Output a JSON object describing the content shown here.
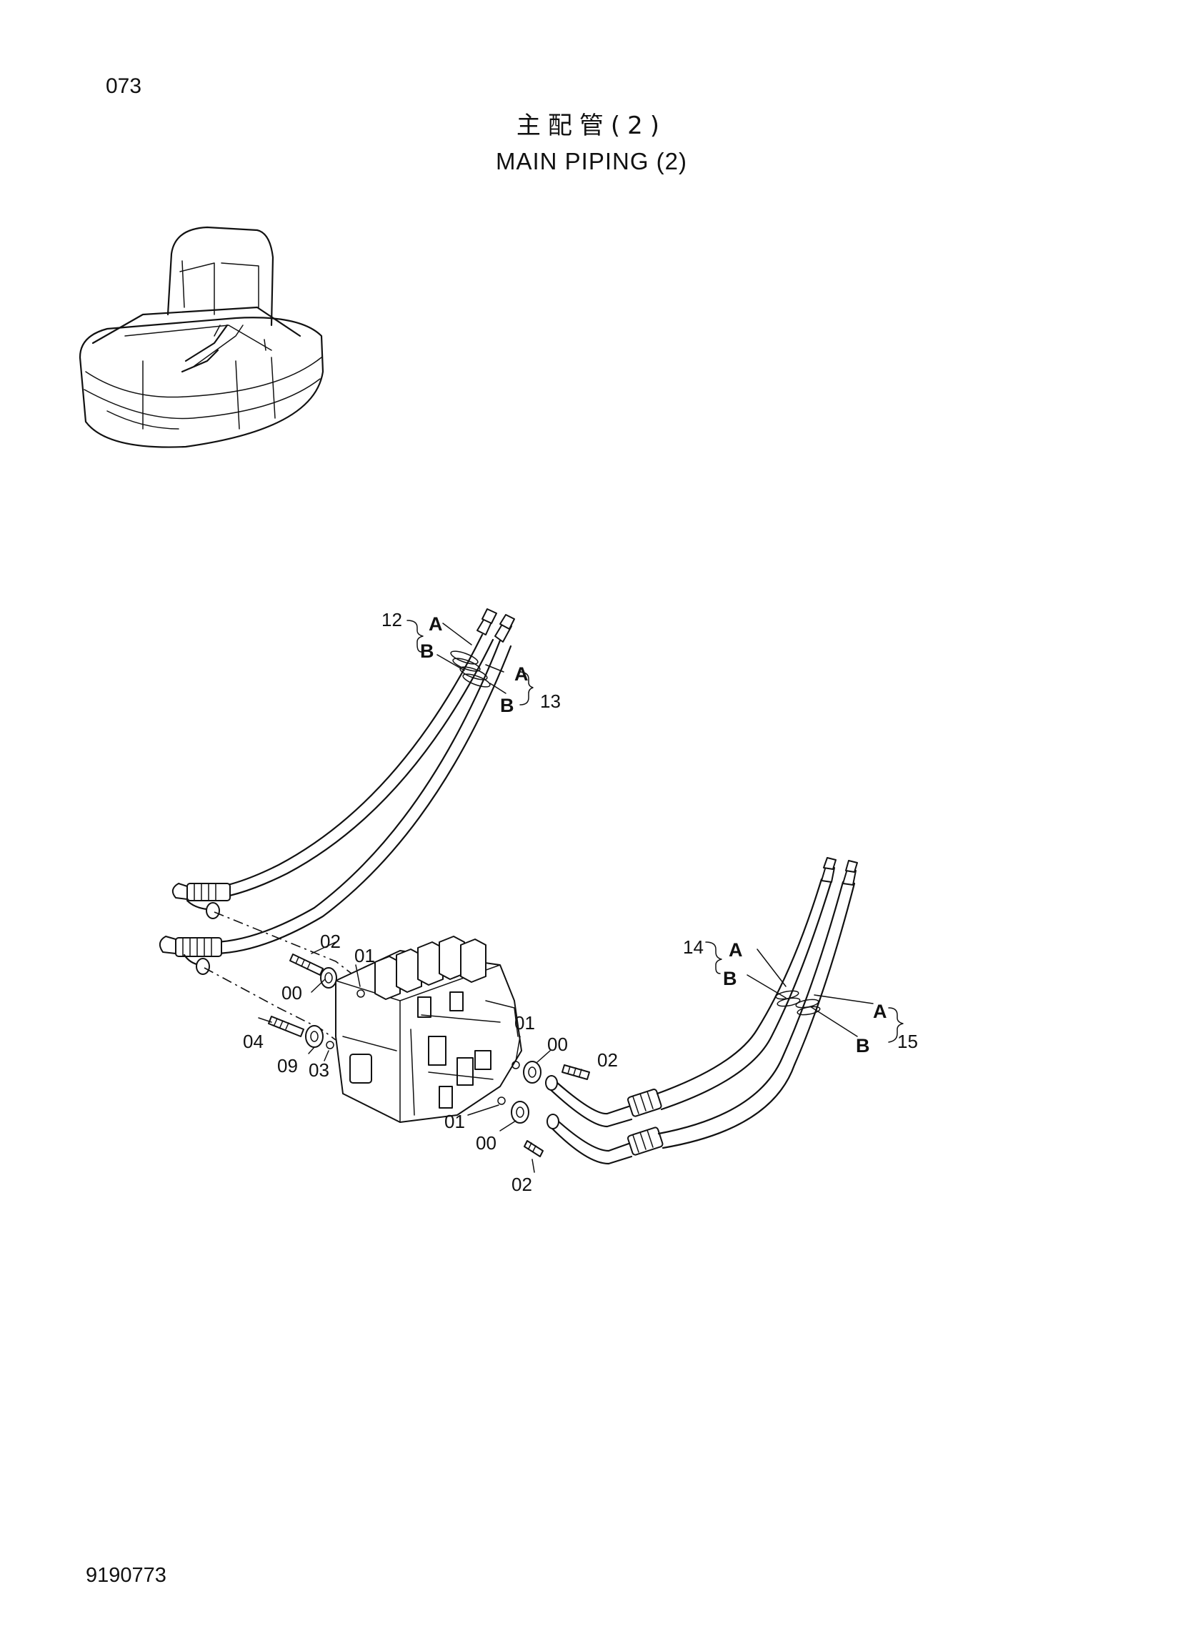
{
  "page": {
    "page_number": "073",
    "title_cn": "主配管(2)",
    "title_en": "MAIN PIPING (2)",
    "doc_number": "9190773"
  },
  "callouts": {
    "c12": "12",
    "c12a": "A",
    "c12b": "B",
    "c13": "13",
    "c13a": "A",
    "c13b": "B",
    "c14": "14",
    "c14a": "A",
    "c14b": "B",
    "c15": "15",
    "c15a": "A",
    "c15b": "B",
    "c02_top": "02",
    "c01_top": "01",
    "c00_left": "00",
    "c04": "04",
    "c09": "09",
    "c03": "03",
    "c01_mid": "01",
    "c00_mid": "00",
    "c02_mid": "02",
    "c01_low": "01",
    "c00_low": "00",
    "c02_low": "02"
  },
  "icons": {
    "excavator": "excavator-overview-icon",
    "control_valve": "control-valve-icon"
  }
}
